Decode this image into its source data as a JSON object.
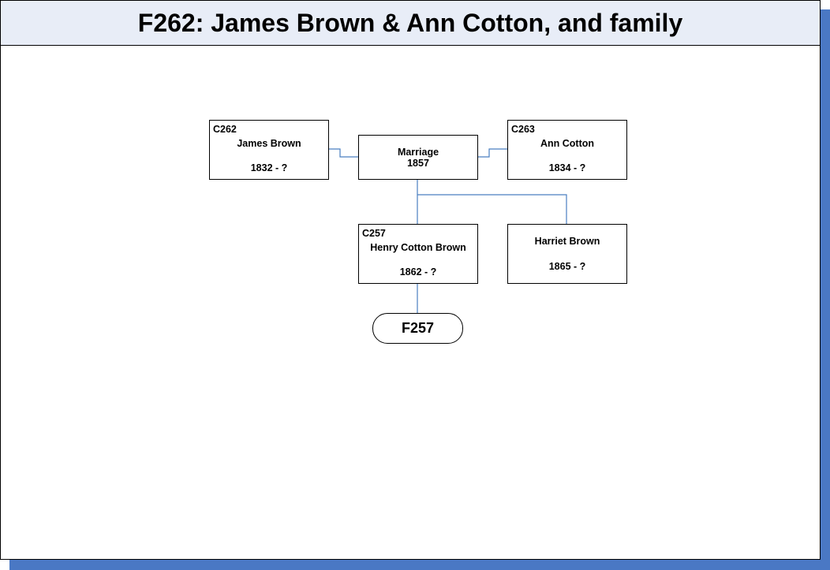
{
  "title": "F262: James Brown & Ann Cotton, and family",
  "people": {
    "father": {
      "id": "C262",
      "name": "James Brown",
      "dates": "1832 - ?"
    },
    "mother": {
      "id": "C263",
      "name": "Ann Cotton",
      "dates": "1834 - ?"
    },
    "child1": {
      "id": "C257",
      "name": "Henry Cotton Brown",
      "dates": "1862 - ?"
    },
    "child2": {
      "id": "",
      "name": "Harriet Brown",
      "dates": "1865 - ?"
    }
  },
  "marriage": {
    "label": "Marriage",
    "year": "1857"
  },
  "family_link": {
    "label": "F257"
  },
  "colors": {
    "connector": "#4a7fc1",
    "shadow": "#4a78c4",
    "header_bg": "#e8edf7"
  }
}
